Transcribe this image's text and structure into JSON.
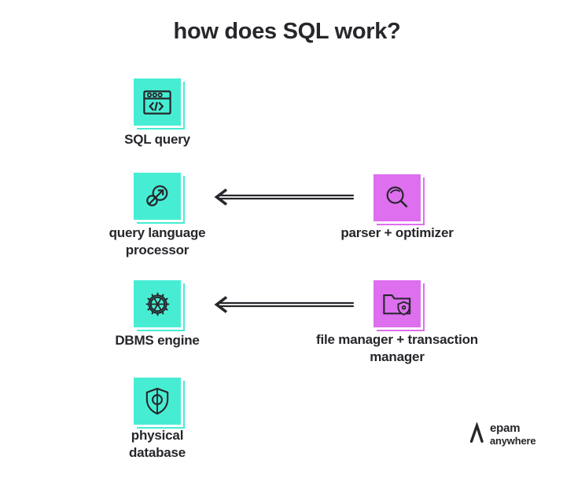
{
  "title": "how does SQL work?",
  "colors": {
    "teal": "#47EDD3",
    "purple": "#DE6FEF",
    "ink": "#26262B",
    "background": "#FFFFFF"
  },
  "flow": {
    "left_nodes": [
      {
        "label": "SQL query",
        "icon": "browser-code-icon",
        "color": "#47EDD3"
      },
      {
        "label": "query language processor",
        "icon": "venn-circles-arrow-icon",
        "color": "#47EDD3"
      },
      {
        "label": "DBMS engine",
        "icon": "gear-wheel-icon",
        "color": "#47EDD3"
      },
      {
        "label": "physical database",
        "icon": "shield-lock-icon",
        "color": "#47EDD3"
      }
    ],
    "right_nodes": [
      {
        "label": "parser + optimizer",
        "icon": "magnifier-icon",
        "color": "#DE6FEF"
      },
      {
        "label": "file manager + transaction manager",
        "icon": "folder-shield-icon",
        "color": "#DE6FEF"
      }
    ],
    "connections": [
      {
        "from": "parser + optimizer",
        "to": "query language processor",
        "direction": "right-to-left"
      },
      {
        "from": "file manager + transaction manager",
        "to": "DBMS engine",
        "direction": "right-to-left"
      }
    ]
  },
  "logo": {
    "line1": "epam",
    "line2": "anywhere"
  }
}
